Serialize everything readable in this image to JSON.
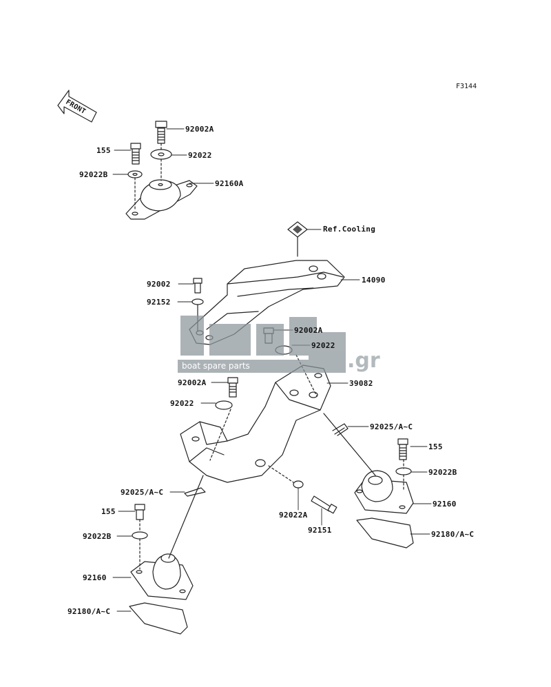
{
  "figure_id": "F3144",
  "front_label": "FRONT",
  "ref_note": "Ref.Cooling",
  "watermark": {
    "brand": "boatsp",
    "tagline": "boat spare parts",
    "tld": ".gr"
  },
  "parts": {
    "p92002A_top": "92002A",
    "p155_top": "155",
    "p92022_top": "92022",
    "p92022B_top": "92022B",
    "p92160A": "92160A",
    "p14090": "14090",
    "p92002": "92002",
    "p92152": "92152",
    "p92002A_mid": "92002A",
    "p92022_mid": "92022",
    "p92002A_low": "92002A",
    "p39082": "39082",
    "p92022_low": "92022",
    "p92025_right": "92025/A~C",
    "p155_right": "155",
    "p92022B_right": "92022B",
    "p92160_right": "92160",
    "p92180_right": "92180/A~C",
    "p92025_left": "92025/A~C",
    "p92022A_bottom": "92022A",
    "p92151": "92151",
    "p155_left": "155",
    "p92022B_left": "92022B",
    "p92160_left": "92160",
    "p92180_left": "92180/A~C"
  },
  "colors": {
    "line": "#222222",
    "watermark": "#8c959a"
  }
}
